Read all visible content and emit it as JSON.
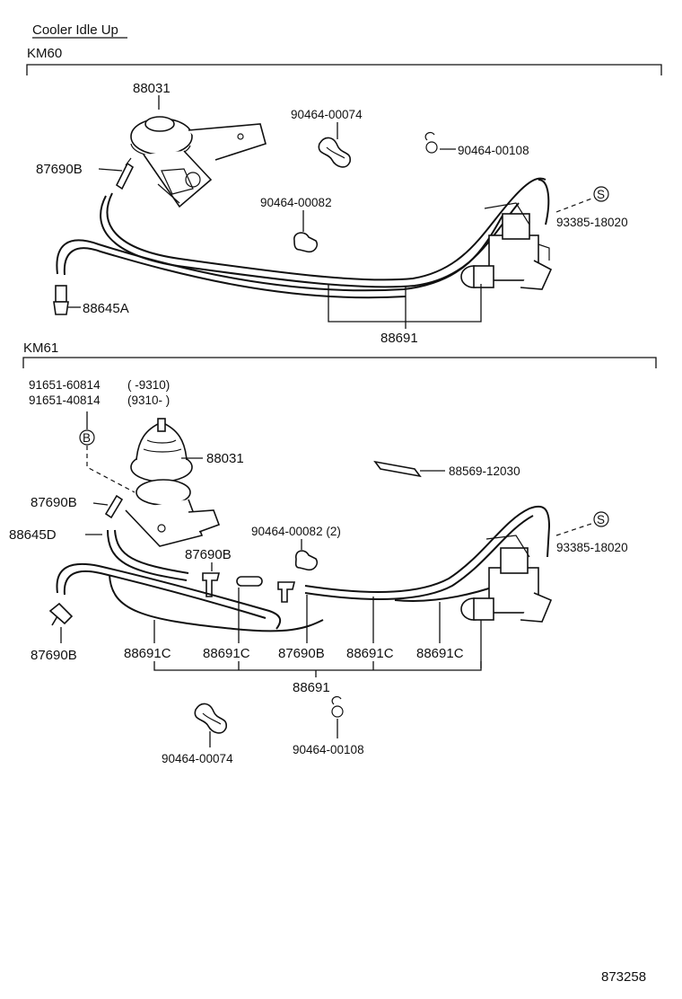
{
  "title": "Cooler Idle Up",
  "sections": {
    "km60": {
      "label": "KM60",
      "parts": {
        "actuator": "88031",
        "vsv_connector": "87690B",
        "clamp_a": "90464-00074",
        "clamp_b": "90464-00108",
        "clamp_c": "90464-00082",
        "screw": "93385-18020",
        "fitting": "88645A",
        "hose": "88691"
      },
      "screw_marker": "S"
    },
    "km61": {
      "label": "KM61",
      "bolt_1": "91651-60814",
      "bolt_1_range": "(        -9310)",
      "bolt_2": "91651-40814",
      "bolt_2_range": "(9310-        )",
      "bolt_marker": "B",
      "screw_marker": "S",
      "parts": {
        "actuator": "88031",
        "label_plate": "88569-12030",
        "connector_upper": "87690B",
        "fitting": "88645D",
        "clamp_c": "90464-00082 (2)",
        "connector_mid_left": "87690B",
        "screw": "93385-18020",
        "connector_lower_left": "87690B",
        "hose_c1": "88691C",
        "hose_c2": "88691C",
        "connector_bottom": "87690B",
        "hose_c3": "88691C",
        "hose_c4": "88691C",
        "hose": "88691",
        "clamp_a": "90464-00074",
        "clamp_b": "90464-00108"
      }
    }
  },
  "figure_number": "873258"
}
